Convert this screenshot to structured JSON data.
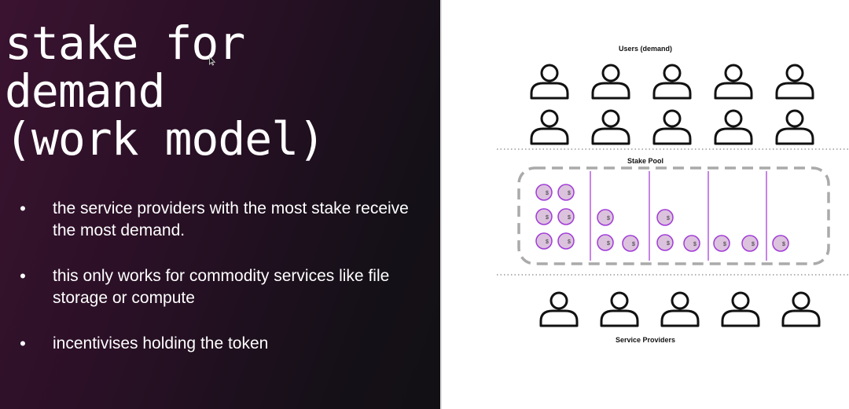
{
  "slide": {
    "title_lines": [
      "stake for",
      "demand",
      "(work model)"
    ],
    "bullets": [
      "the service providers with the most stake receive the most demand.",
      "this only works for commodity services like file storage or compute",
      "incentivises holding the token"
    ]
  },
  "diagram": {
    "users_label": "Users (demand)",
    "stake_pool_label": "Stake Pool",
    "providers_label": "Service Providers",
    "coin_symbol": "$",
    "colors": {
      "coin_fill": "#dcc3dd",
      "coin_stroke": "#a13bd8",
      "divider": "#b25ae0",
      "icon_stroke": "#111111",
      "pool_border": "#aaaaaa"
    }
  }
}
